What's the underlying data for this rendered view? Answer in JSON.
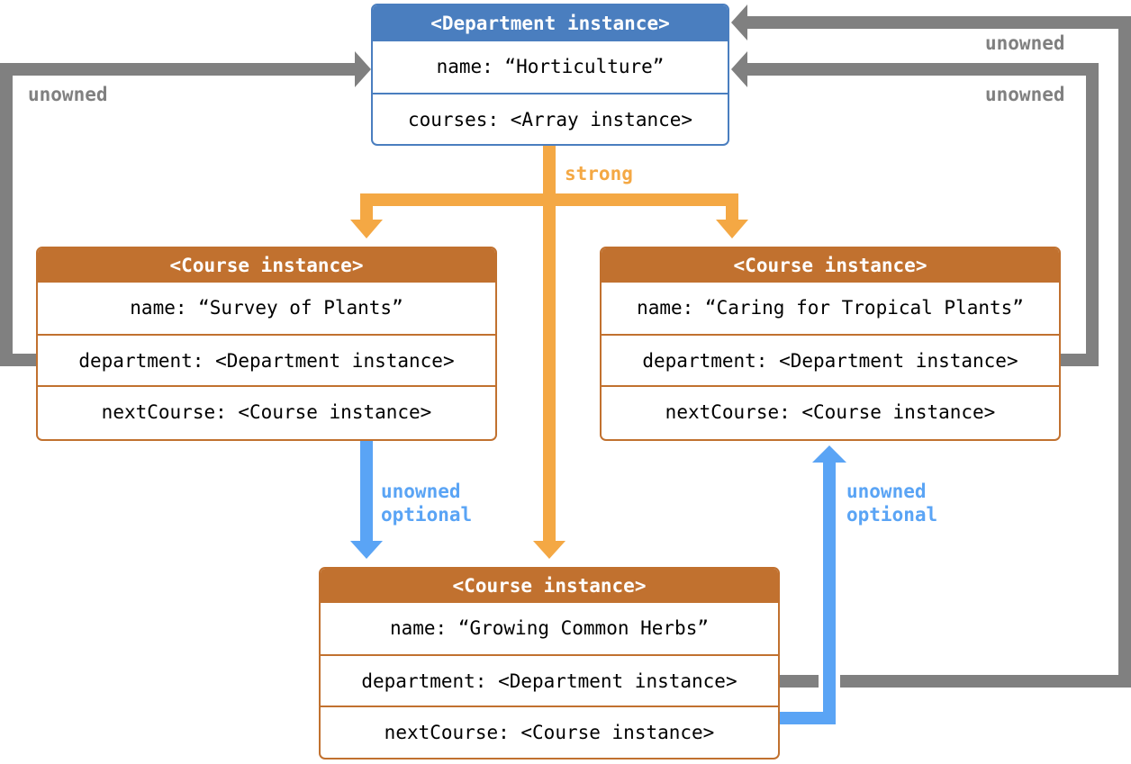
{
  "department": {
    "header": "<Department instance>",
    "name": "name: “Horticulture”",
    "courses": "courses: <Array instance>"
  },
  "course_left": {
    "header": "<Course instance>",
    "name": "name: “Survey of Plants”",
    "department": "department: <Department instance>",
    "next_course": "nextCourse: <Course instance>"
  },
  "course_right": {
    "header": "<Course instance>",
    "name": "name: “Caring for Tropical Plants”",
    "department": "department: <Department instance>",
    "next_course": "nextCourse: <Course instance>"
  },
  "course_bottom": {
    "header": "<Course instance>",
    "name": "name: “Growing Common Herbs”",
    "department": "department: <Department instance>",
    "next_course": "nextCourse: <Course instance>"
  },
  "labels": {
    "unowned_left": "unowned",
    "unowned_right_top": "unowned",
    "unowned_right_mid": "unowned",
    "strong": "strong",
    "unowned_optional_left": "unowned\noptional",
    "unowned_optional_right": "unowned\noptional"
  },
  "colors": {
    "department": "#4a7ebf",
    "course": "#c1712f",
    "unowned": "#808080",
    "strong": "#f4a844",
    "unowned_optional": "#5aa4f5"
  }
}
